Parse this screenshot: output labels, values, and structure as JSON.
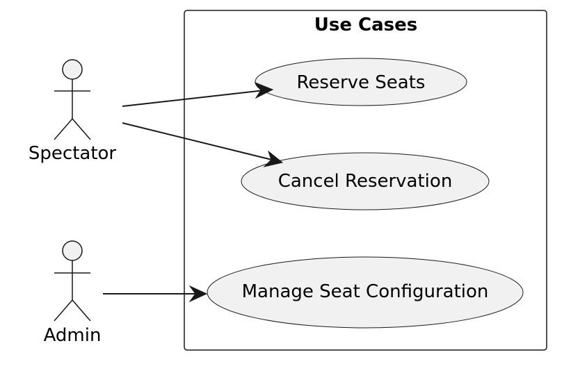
{
  "diagram": {
    "boundary_title": "Use Cases",
    "actors": [
      {
        "id": "spectator",
        "label": "Spectator"
      },
      {
        "id": "admin",
        "label": "Admin"
      }
    ],
    "use_cases": [
      {
        "id": "reserve",
        "label": "Reserve Seats"
      },
      {
        "id": "cancel",
        "label": "Cancel Reservation"
      },
      {
        "id": "manage",
        "label": "Manage Seat Configuration"
      }
    ],
    "associations": [
      {
        "from": "spectator",
        "to": "reserve"
      },
      {
        "from": "spectator",
        "to": "cancel"
      },
      {
        "from": "admin",
        "to": "manage"
      }
    ]
  }
}
